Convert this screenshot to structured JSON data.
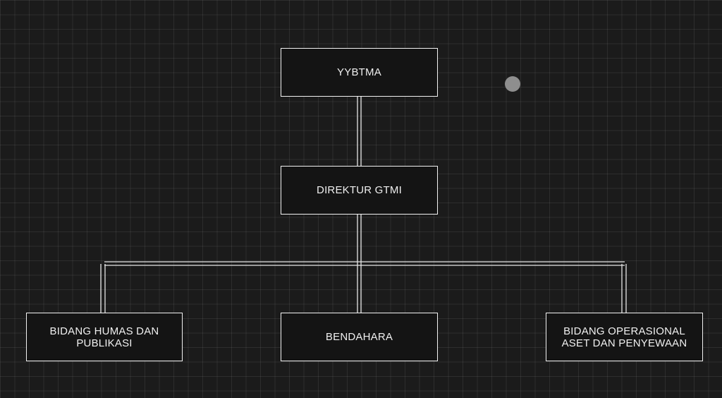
{
  "diagram": {
    "nodes": {
      "root": {
        "label": "YYBTMA"
      },
      "director": {
        "label": "DIREKTUR GTMI"
      },
      "humas": {
        "label": "BIDANG HUMAS DAN PUBLIKASI"
      },
      "bendahara": {
        "label": "BENDAHARA"
      },
      "operasional": {
        "label": "BIDANG OPERASIONAL ASET DAN PENYEWAAN"
      }
    },
    "edges": [
      {
        "from": "root",
        "to": "director"
      },
      {
        "from": "director",
        "to": "humas"
      },
      {
        "from": "director",
        "to": "bendahara"
      },
      {
        "from": "director",
        "to": "operasional"
      }
    ]
  },
  "theme": {
    "background": "#1b1b1b",
    "box_fill": "#141414",
    "box_border": "#f2f2f2",
    "text": "#f0f0f0",
    "pointer": "#8e8e8e"
  }
}
